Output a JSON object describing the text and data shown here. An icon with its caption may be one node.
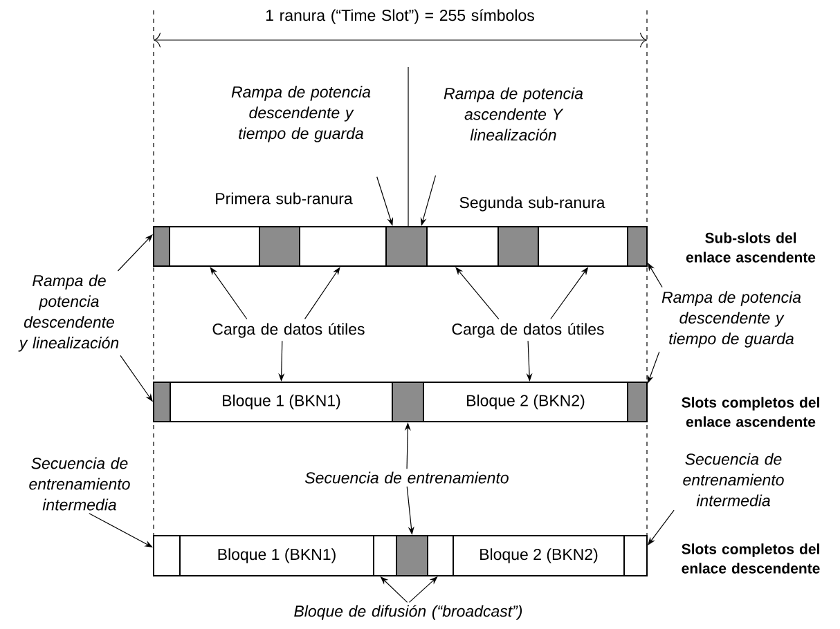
{
  "diagram": {
    "nodes": [
      {
        "text": [
          "*Rampa de potencia descendente y tiempo de guarda*"
        ]
      },
      {
        "text": [
          "*Rampa de potencia ascendente Y linealización*"
        ]
      },
      {
        "text": [],
        "shape": "box"
      },
      {
        "text": [],
        "shape": "box"
      },
      {
        "text": [],
        "shape": "box"
      },
      {
        "text": [],
        "shape": "box"
      },
      {
        "text": [],
        "shape": "box"
      },
      {
        "text": [],
        "shape": "box"
      },
      {
        "text": [],
        "shape": "box"
      },
      {
        "text": [],
        "shape": "box"
      },
      {
        "text": [],
        "shape": "box"
      },
      {
        "text": [
          "*Rampa de potencia descendente y linealización*"
        ]
      },
      {
        "text": [
          "*Rampa de  potencia descendente y tiempo de guarda*"
        ]
      },
      {
        "text": [
          "Carga de datos útiles"
        ]
      },
      {
        "text": [
          "Carga de datos útiles"
        ]
      },
      {
        "text": [],
        "shape": "box"
      },
      {
        "text": [
          "Bloque 1 (BKN1)"
        ]
      },
      {
        "text": [],
        "shape": "box"
      },
      {
        "text": [
          "Bloque 2 (BKN2)"
        ]
      },
      {
        "text": [],
        "shape": "box"
      },
      {
        "text": [
          "*Secuencia de entrenamiento*"
        ]
      },
      {
        "text": [
          "*Secuencia de entrenamiento intermedia*"
        ]
      },
      {
        "text": [
          "*Secuencia de entrenamiento intermedia*"
        ]
      },
      {
        "text": [],
        "shape": "box"
      },
      {
        "text": [
          "Bloque 1 (BKN1)"
        ]
      },
      {
        "text": [],
        "shape": "box"
      },
      {
        "text": [],
        "shape": "box"
      },
      {
        "text": [],
        "shape": "box"
      },
      {
        "text": [
          "Bloque 2 (BKN2)"
        ]
      },
      {
        "text": [],
        "shape": "box"
      },
      {
        "text": [
          "*Bloque de difusión (“broadcast”)*"
        ]
      }
    ],
    "edges": [
      {
        "from": 0,
        "to": 6,
        "arrow": "to"
      },
      {
        "from": 1,
        "to": 6,
        "arrow": "to"
      },
      {
        "from": 11,
        "to": 2,
        "arrow": "to"
      },
      {
        "from": 11,
        "to": 15,
        "arrow": "to"
      },
      {
        "from": 12,
        "to": 10,
        "arrow": "to"
      },
      {
        "from": 12,
        "to": 19,
        "arrow": "to"
      },
      {
        "from": 13,
        "to": 3,
        "arrow": "to"
      },
      {
        "from": 13,
        "to": 5,
        "arrow": "to"
      },
      {
        "from": 13,
        "to": 16,
        "arrow": "to"
      },
      {
        "from": 14,
        "to": 7,
        "arrow": "to"
      },
      {
        "from": 14,
        "to": 9,
        "arrow": "to"
      },
      {
        "from": 14,
        "to": 18,
        "arrow": "to"
      },
      {
        "from": 20,
        "to": 17,
        "arrow": "to"
      },
      {
        "from": 20,
        "to": 26,
        "arrow": "to"
      },
      {
        "from": 21,
        "to": 23,
        "arrow": "to"
      },
      {
        "from": 22,
        "to": 29,
        "arrow": "to"
      },
      {
        "from": 30,
        "to": 25,
        "arrow": "to"
      },
      {
        "from": 30,
        "to": 27,
        "arrow": "to"
      }
    ],
    "labels": [
      "1 ranura (“Time Slot”) = 255 símbolos",
      "Primera sub-ranura",
      "Segunda sub-ranura",
      "Sub-slots del enlace ascendente",
      "Slots completos del enlace ascendente",
      "Slots completos del enlace descendente"
    ]
  }
}
